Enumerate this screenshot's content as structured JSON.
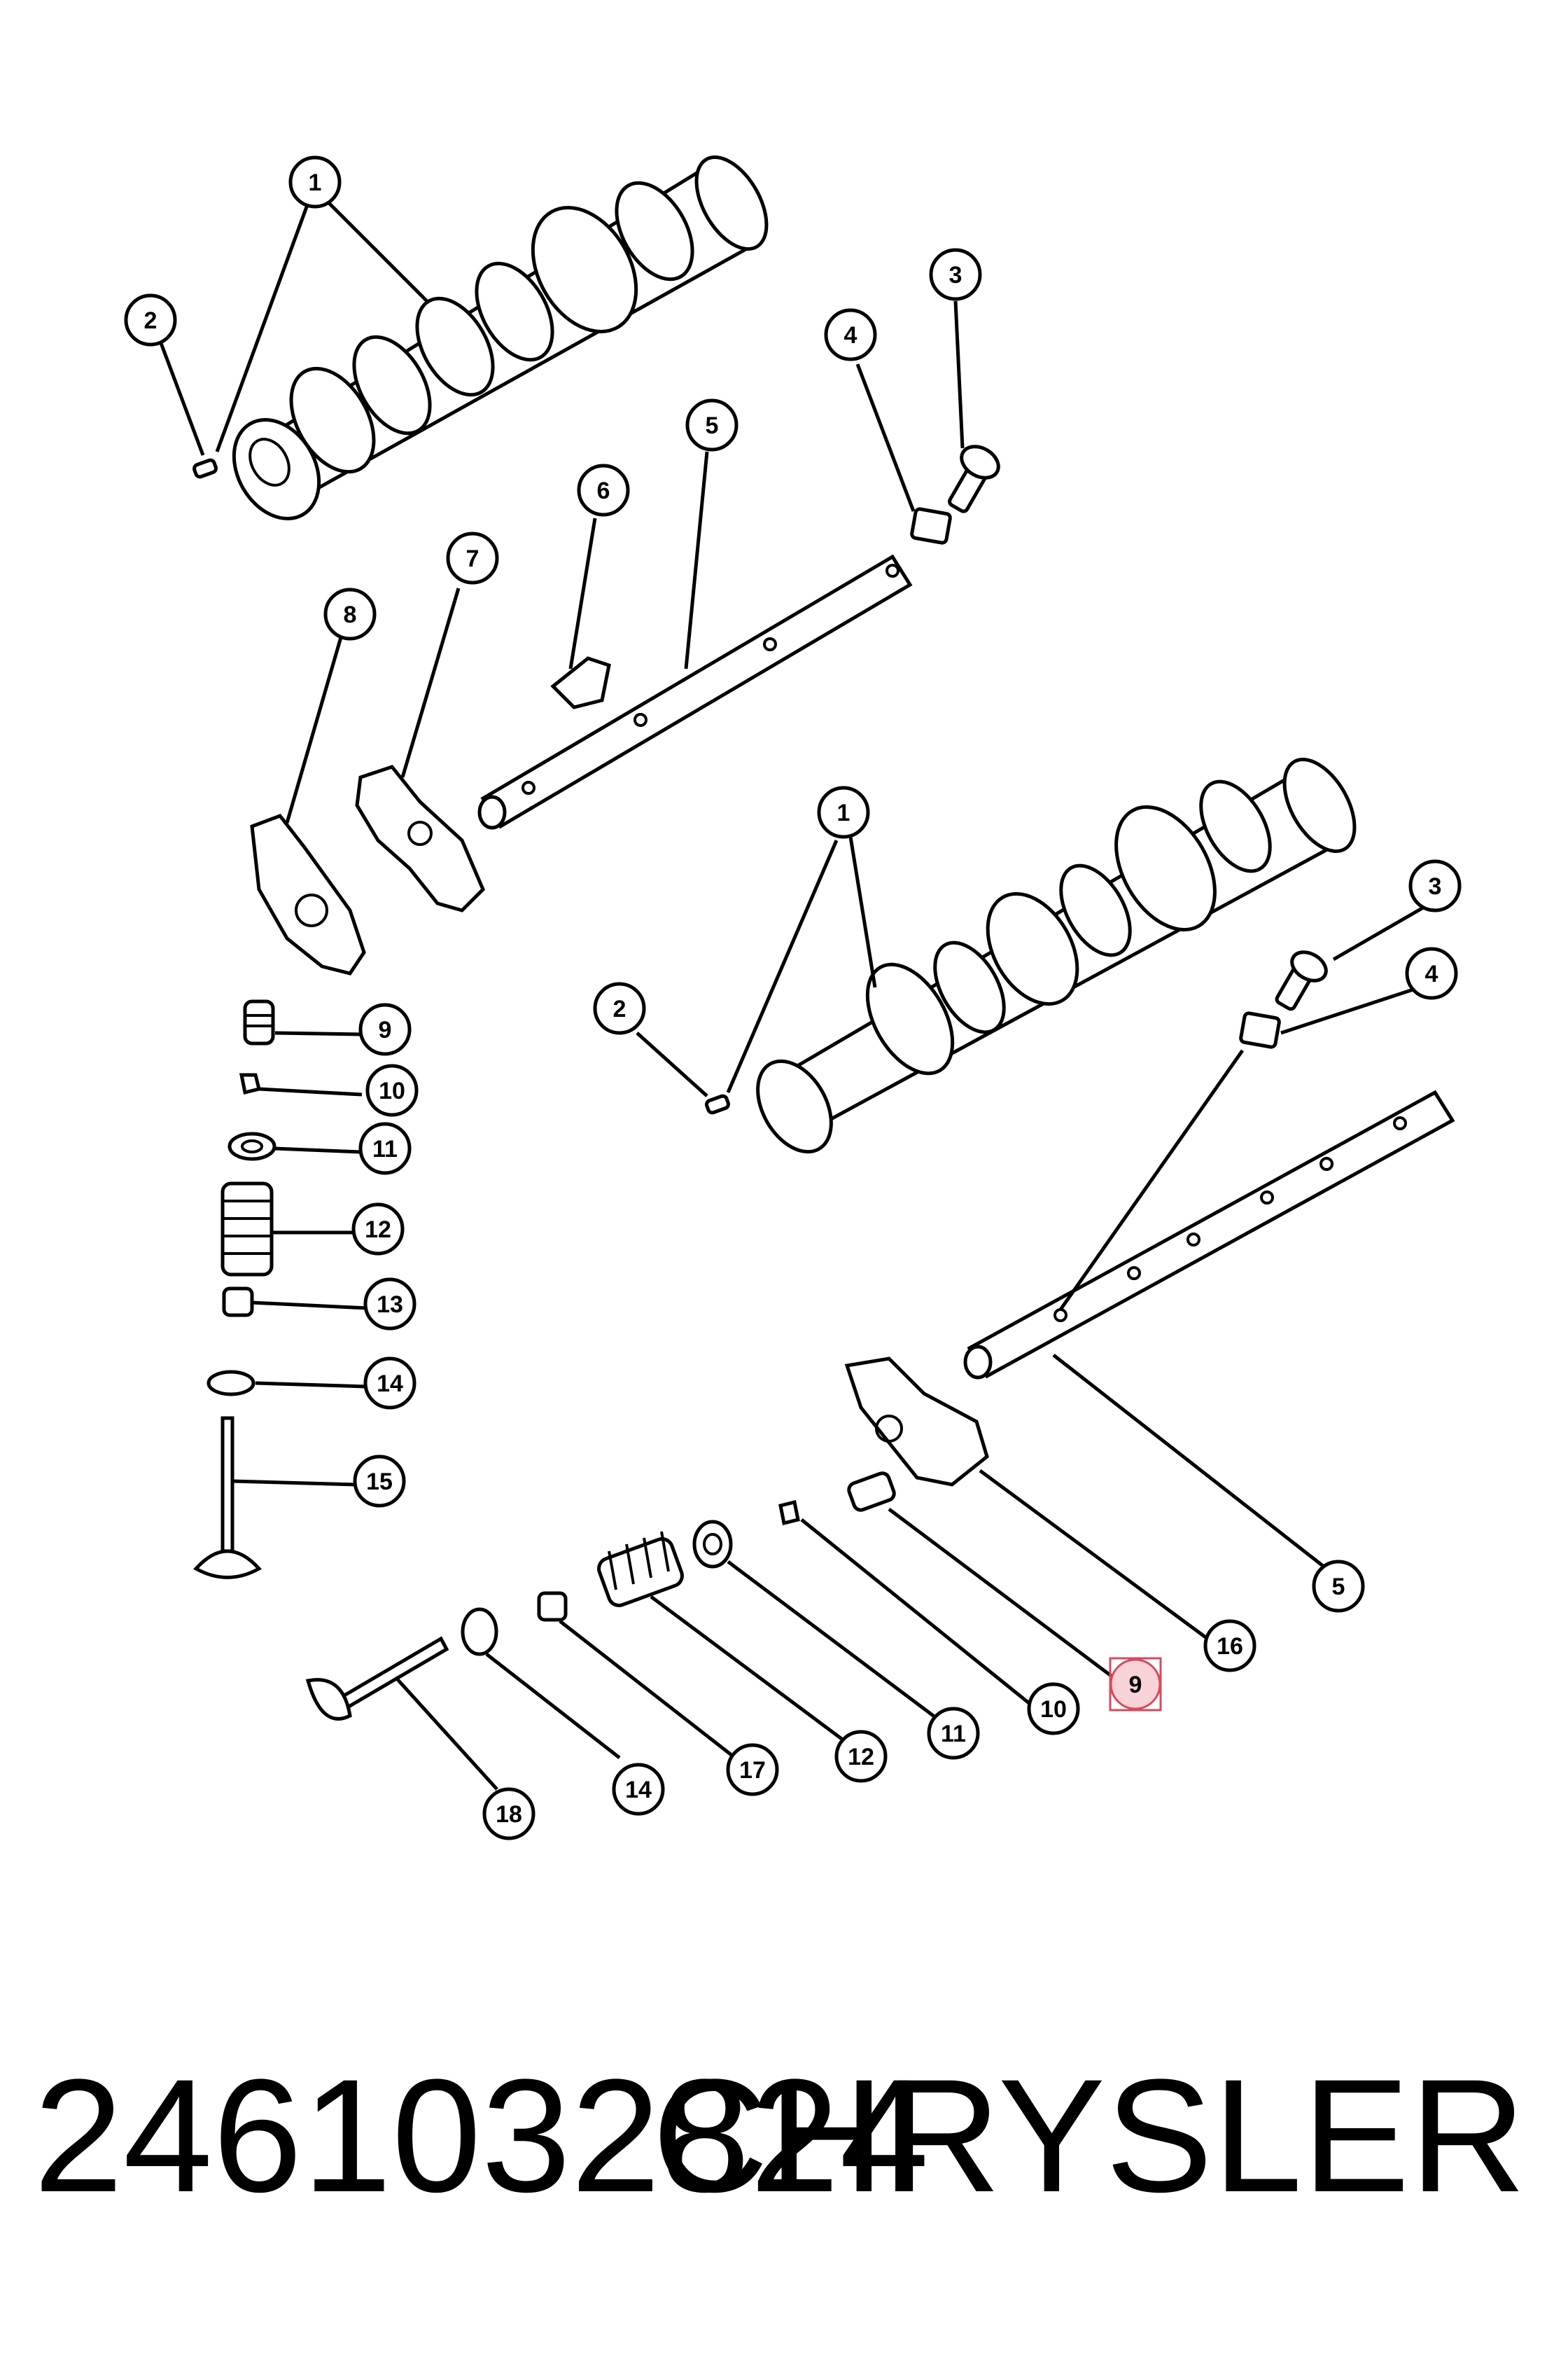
{
  "diagram": {
    "callouts": [
      {
        "id": "c1a",
        "label": "1"
      },
      {
        "id": "c2a",
        "label": "2"
      },
      {
        "id": "c3a",
        "label": "3"
      },
      {
        "id": "c4a",
        "label": "4"
      },
      {
        "id": "c5a",
        "label": "5"
      },
      {
        "id": "c6",
        "label": "6"
      },
      {
        "id": "c7",
        "label": "7"
      },
      {
        "id": "c8",
        "label": "8"
      },
      {
        "id": "c9a",
        "label": "9"
      },
      {
        "id": "c10a",
        "label": "10"
      },
      {
        "id": "c11a",
        "label": "11"
      },
      {
        "id": "c12a",
        "label": "12"
      },
      {
        "id": "c13",
        "label": "13"
      },
      {
        "id": "c14a",
        "label": "14"
      },
      {
        "id": "c15",
        "label": "15"
      },
      {
        "id": "c1b",
        "label": "1"
      },
      {
        "id": "c2b",
        "label": "2"
      },
      {
        "id": "c3b",
        "label": "3"
      },
      {
        "id": "c4b",
        "label": "4"
      },
      {
        "id": "c5b",
        "label": "5"
      },
      {
        "id": "c16",
        "label": "16"
      },
      {
        "id": "c9b",
        "label": "9",
        "highlighted": true
      },
      {
        "id": "c10b",
        "label": "10"
      },
      {
        "id": "c11b",
        "label": "11"
      },
      {
        "id": "c12b",
        "label": "12"
      },
      {
        "id": "c17",
        "label": "17"
      },
      {
        "id": "c14b",
        "label": "14"
      },
      {
        "id": "c18",
        "label": "18"
      }
    ]
  },
  "footer": {
    "part_number": "2461032824",
    "brand": "CHRYSLER"
  },
  "colors": {
    "line": "#000000",
    "background": "#ffffff",
    "highlight": "#d9485a"
  }
}
